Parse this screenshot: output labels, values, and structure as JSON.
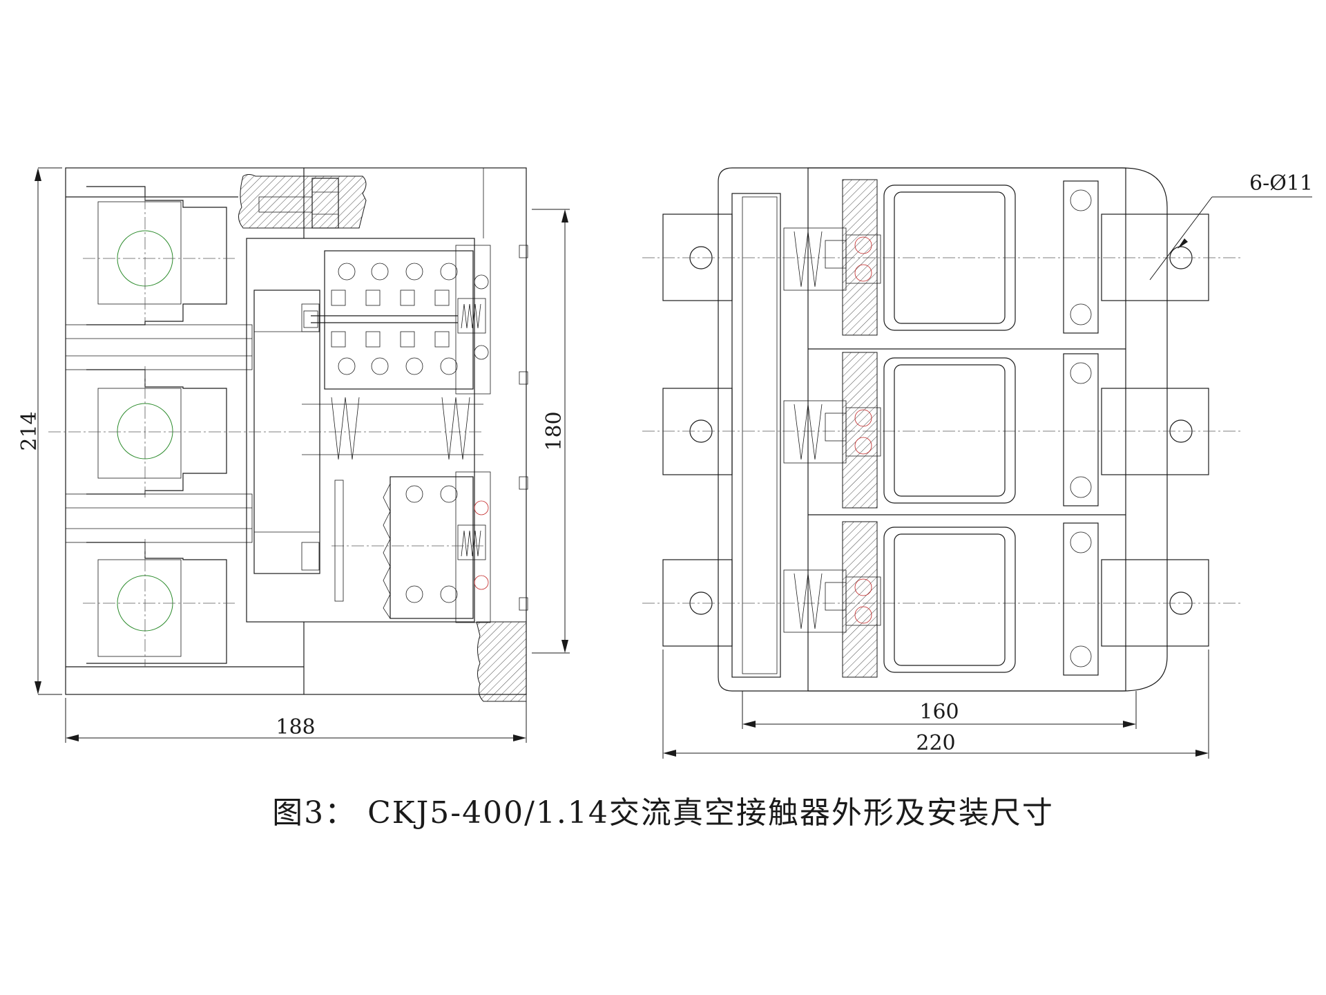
{
  "caption": "图3：  CKJ5-400/1.14交流真空接触器外形及安装尺寸",
  "dimensions": {
    "left_height": "214",
    "left_inner_height": "180",
    "left_width": "188",
    "right_mount_spacing": "160",
    "right_width": "220",
    "hole_spec": "6-Ø11"
  },
  "colors": {
    "line": "#1a1a1a",
    "centerline": "#555555",
    "accent_green": "#2a8a2a",
    "accent_red": "#c02020"
  }
}
